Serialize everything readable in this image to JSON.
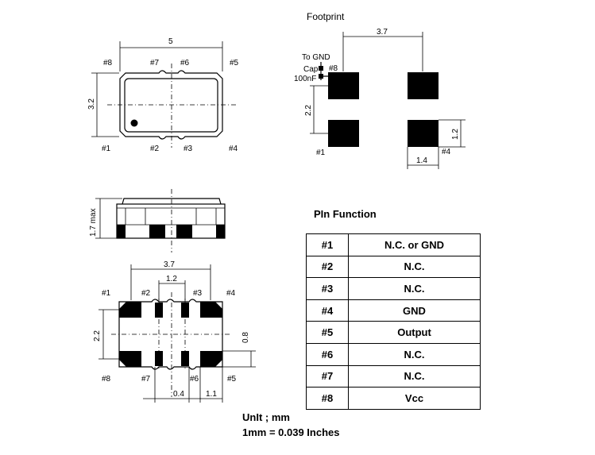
{
  "top_view": {
    "width_label": "5",
    "height_label": "3.2",
    "pins_top": [
      "#8",
      "#7",
      "#6",
      "#5"
    ],
    "pins_bottom": [
      "#1",
      "#2",
      "#3",
      "#4"
    ]
  },
  "footprint": {
    "title": "Footprint",
    "pitch_label": "3.7",
    "row_gap_label": "2.2",
    "pad_height_label": "1.2",
    "pad_width_label": "1.4",
    "to_gnd_label": "To GND",
    "cap_label": "Cap",
    "cap_value_label": "100nF",
    "pin8_label": "#8",
    "pin1_label": "#1",
    "pin4_label": "#4"
  },
  "side_view": {
    "height_label": "1.7 max"
  },
  "bottom_view": {
    "pitch_label": "3.7",
    "inner_label": "1.2",
    "row_label": "2.2",
    "pad_h_label": "0.8",
    "gap_label": "0.4",
    "edge_label": "1.1",
    "pins_top": [
      "#1",
      "#2",
      "#3",
      "#4"
    ],
    "pins_bottom": [
      "#8",
      "#7",
      "#6",
      "#5"
    ]
  },
  "pin_function": {
    "title": "PIn Function",
    "rows": [
      {
        "pin": "#1",
        "function": "N.C. or GND"
      },
      {
        "pin": "#2",
        "function": "N.C."
      },
      {
        "pin": "#3",
        "function": "N.C."
      },
      {
        "pin": "#4",
        "function": "GND"
      },
      {
        "pin": "#5",
        "function": "Output"
      },
      {
        "pin": "#6",
        "function": "N.C."
      },
      {
        "pin": "#7",
        "function": "N.C."
      },
      {
        "pin": "#8",
        "function": "Vcc"
      }
    ]
  },
  "notes": {
    "unit": "UnIt ; mm",
    "conversion": "1mm = 0.039 Inches"
  }
}
